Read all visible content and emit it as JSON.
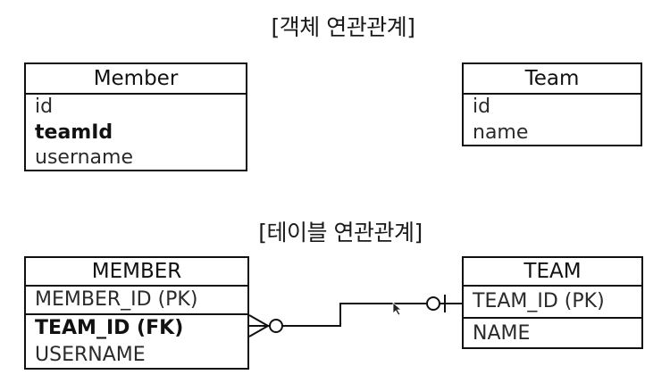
{
  "object_relation_title": "[객체 연관관계]",
  "table_relation_title": "[테이블 연관관계]",
  "member_entity": {
    "name": "Member",
    "fields": [
      "id",
      "teamId",
      "username"
    ]
  },
  "team_entity": {
    "name": "Team",
    "fields": [
      "id",
      "name"
    ]
  },
  "member_table": {
    "name": "MEMBER",
    "pk": "MEMBER_ID (PK)",
    "fk": "TEAM_ID (FK)",
    "other": "USERNAME"
  },
  "team_table": {
    "name": "TEAM",
    "pk": "TEAM_ID (PK)",
    "other": "NAME"
  },
  "relationship": {
    "from": "MEMBER",
    "to": "TEAM",
    "from_cardinality": "zero-or-many",
    "to_cardinality": "zero-or-one"
  }
}
